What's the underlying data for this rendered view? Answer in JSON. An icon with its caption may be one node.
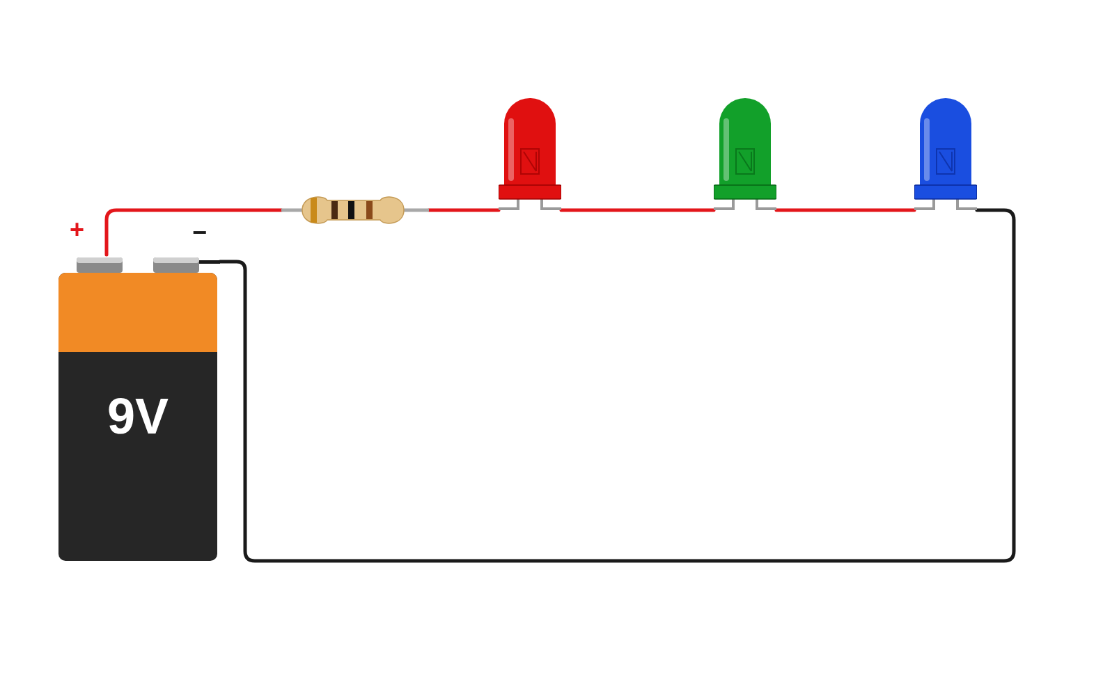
{
  "diagram": {
    "nodes": [
      {
        "text": [
          "9V"
        ]
      },
      {
        "text": [],
        "shape": "picture"
      },
      {
        "text": [],
        "shape": "picture"
      },
      {
        "text": [],
        "shape": "picture"
      },
      {
        "text": [],
        "shape": "picture"
      }
    ],
    "edges": [
      {
        "from": 0,
        "to": 1,
        "arrow": "none"
      },
      {
        "from": 1,
        "to": 2,
        "arrow": "none"
      },
      {
        "from": 2,
        "to": 3,
        "arrow": "none"
      },
      {
        "from": 3,
        "to": 4,
        "arrow": "none"
      },
      {
        "from": 4,
        "to": 0,
        "arrow": "none",
        "color": "#1a1a1a"
      }
    ],
    "labels": [
      "+",
      "−"
    ]
  }
}
